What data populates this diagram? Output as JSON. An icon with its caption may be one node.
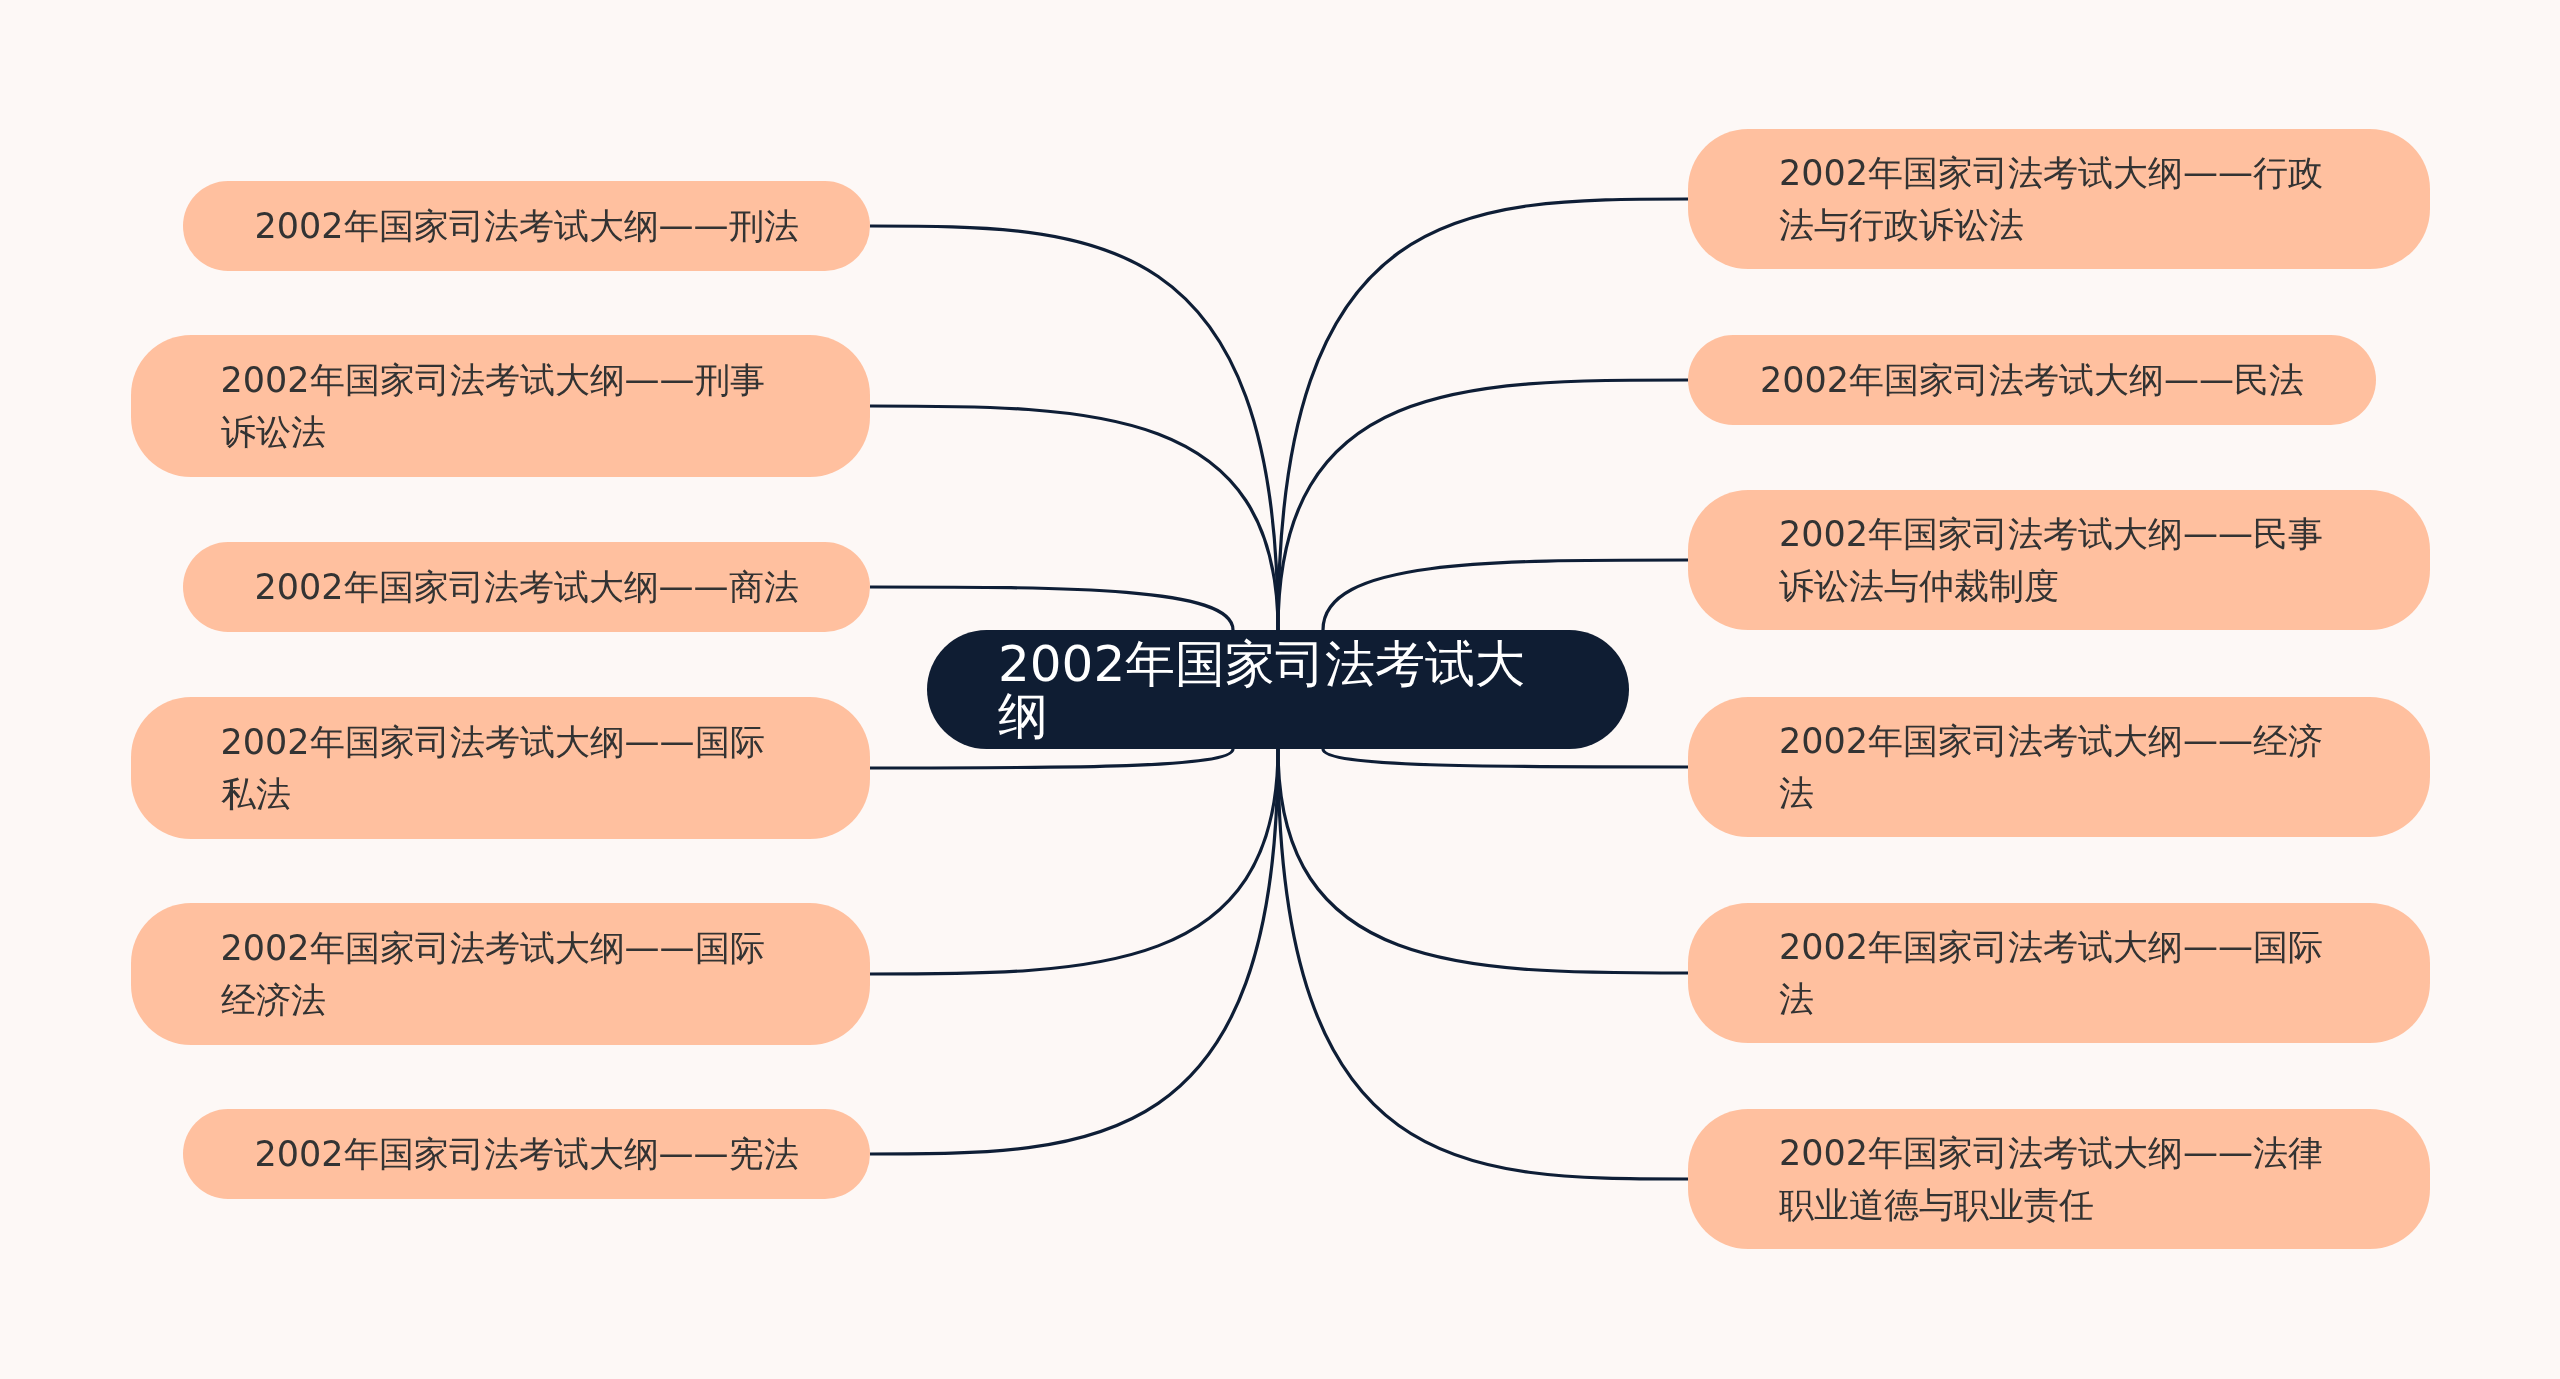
{
  "diagram": {
    "nodes": [
      {
        "text": [
          "2002年国家司法考试大纲"
        ]
      },
      {
        "text": [
          "2002年国家司法考试大纲——刑法"
        ]
      },
      {
        "text": [
          "2002年国家司法考试大纲——刑事诉讼法"
        ]
      },
      {
        "text": [
          "2002年国家司法考试大纲——商法"
        ]
      },
      {
        "text": [
          "2002年国家司法考试大纲——国际私法"
        ]
      },
      {
        "text": [
          "2002年国家司法考试大纲——国际经济法"
        ]
      },
      {
        "text": [
          "2002年国家司法考试大纲——宪法"
        ]
      },
      {
        "text": [
          "2002年国家司法考试大纲——行政法与行政诉讼法"
        ]
      },
      {
        "text": [
          "2002年国家司法考试大纲——民法"
        ]
      },
      {
        "text": [
          "2002年国家司法考试大纲——民事诉讼法与仲裁制度"
        ]
      },
      {
        "text": [
          "2002年国家司法考试大纲——经济法"
        ]
      },
      {
        "text": [
          "2002年国家司法考试大纲——国际法"
        ]
      },
      {
        "text": [
          "2002年国家司法考试大纲——法律职业道德与职业责任"
        ]
      }
    ],
    "edges": [
      {
        "from": 0,
        "to": 1,
        "arrow": "none"
      },
      {
        "from": 0,
        "to": 2,
        "arrow": "none"
      },
      {
        "from": 0,
        "to": 3,
        "arrow": "none"
      },
      {
        "from": 0,
        "to": 4,
        "arrow": "none"
      },
      {
        "from": 0,
        "to": 5,
        "arrow": "none"
      },
      {
        "from": 0,
        "to": 6,
        "arrow": "none"
      },
      {
        "from": 0,
        "to": 7,
        "arrow": "none"
      },
      {
        "from": 0,
        "to": 8,
        "arrow": "none"
      },
      {
        "from": 0,
        "to": 9,
        "arrow": "none"
      },
      {
        "from": 0,
        "to": 10,
        "arrow": "none"
      },
      {
        "from": 0,
        "to": 11,
        "arrow": "none"
      },
      {
        "from": 0,
        "to": 12,
        "arrow": "none"
      }
    ]
  }
}
